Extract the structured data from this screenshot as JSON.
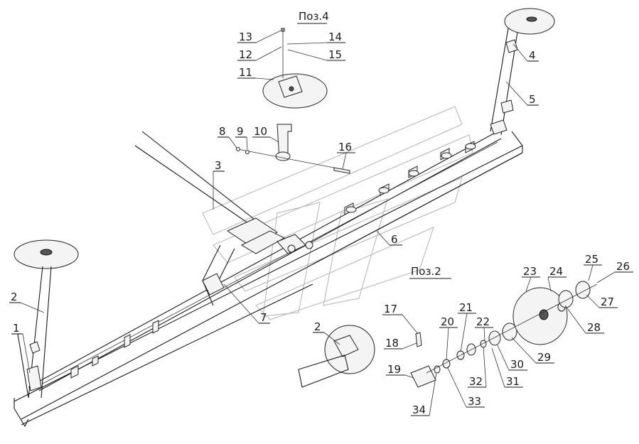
{
  "diagram": {
    "position_labels": [
      "Поз.4",
      "Поз.2"
    ],
    "callouts": [
      "1",
      "2",
      "3",
      "4",
      "5",
      "6",
      "7",
      "8",
      "9",
      "10",
      "11",
      "12",
      "13",
      "14",
      "15",
      "16",
      "17",
      "18",
      "19",
      "20",
      "21",
      "22",
      "23",
      "24",
      "25",
      "26",
      "27",
      "28",
      "29",
      "30",
      "31",
      "32",
      "33",
      "34",
      "2"
    ]
  },
  "colors": {
    "line": "#1a1a1a",
    "fill": "#f4f4f4",
    "watermark": "#bdbdbd"
  }
}
